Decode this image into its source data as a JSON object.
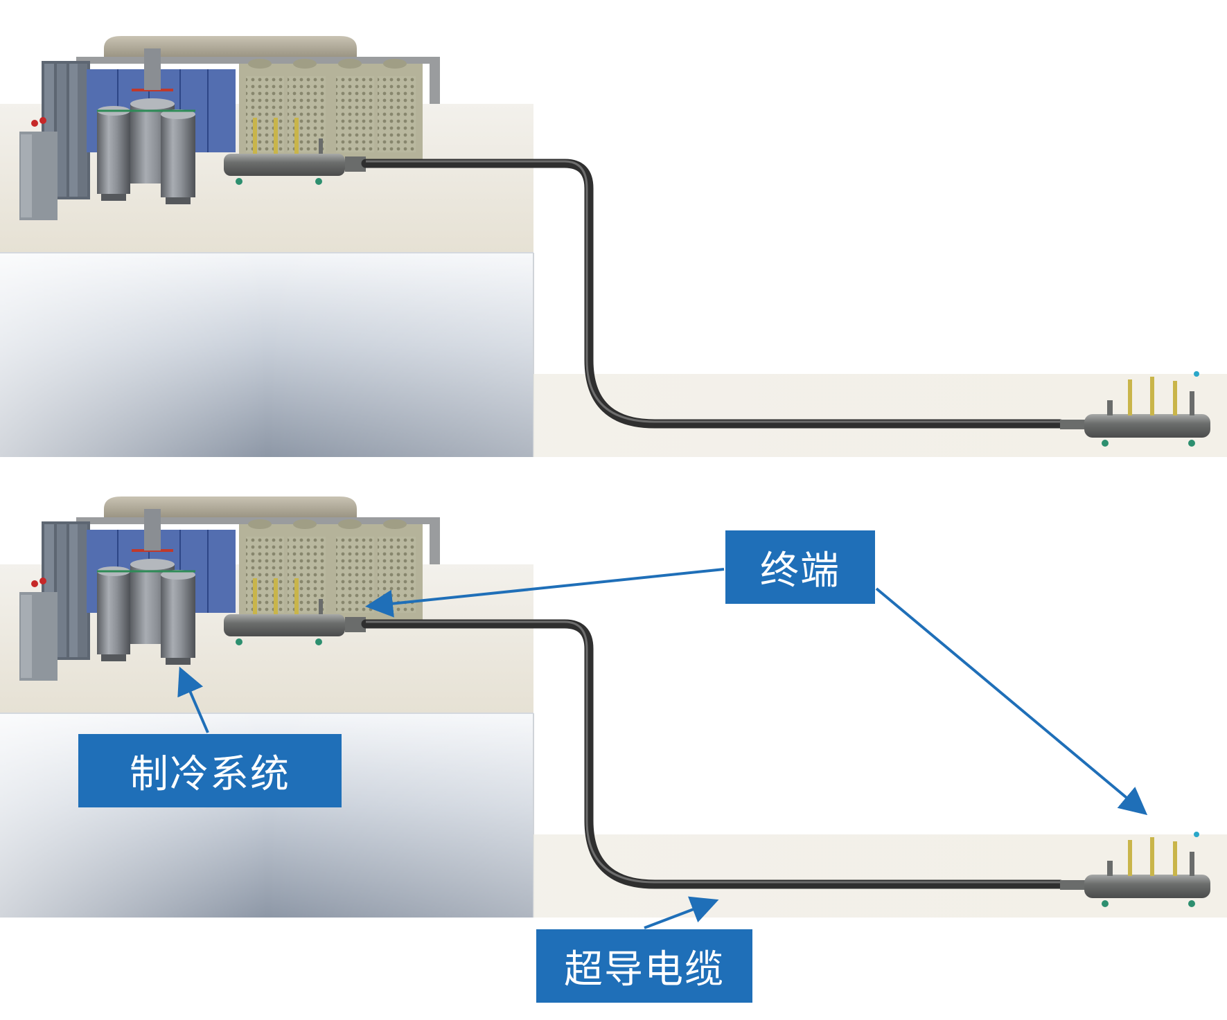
{
  "labels": {
    "terminal": "终端",
    "refrigeration_system": "制冷系统",
    "superconducting_cable": "超导电缆"
  },
  "colors": {
    "callout_fill": "#1f6fb8",
    "callout_text": "#ffffff",
    "arrow": "#1f6fb8",
    "cable": "#3a3a3a",
    "floor_top": "#ece7dc",
    "trench": "#9aa3b0"
  },
  "panels": [
    {
      "name": "top-panel",
      "annotated": false
    },
    {
      "name": "bottom-panel",
      "annotated": true
    }
  ]
}
